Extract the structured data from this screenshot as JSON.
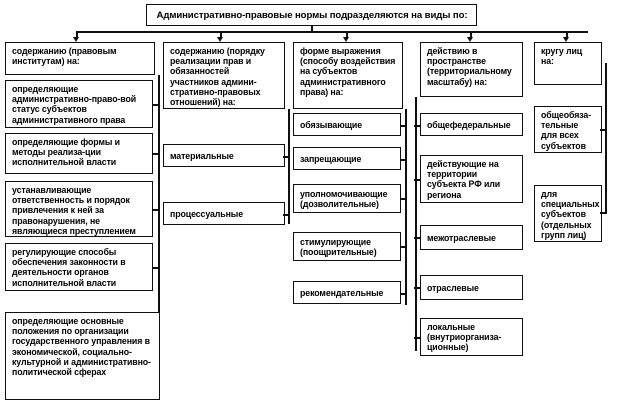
{
  "diagram": {
    "title": "Административно-правовые нормы подразделяются на виды по:",
    "columns": [
      {
        "id": "soderzhaniyu-pravovym-institutam",
        "header": "содержанию (правовым институтам) на:",
        "items": [
          {
            "text": "определяющие административно-право-вой статус субъектов административного права"
          },
          {
            "text": "определяющие формы и методы реализа-ции исполнительной власти"
          },
          {
            "text": "устанавливающие ответственность и порядок привлечения к ней за правонарушения, не являющиеся преступлением"
          },
          {
            "text": "регулирующие способы обеспечения законности в деятельности органов исполнительной власти"
          },
          {
            "text": "определяющие основные положения по организации государственного управления в экономической, социально-культурной и административно-политической сферах"
          }
        ]
      },
      {
        "id": "soderzhaniyu-poryadku-realizatsii",
        "header": "содержанию (порядку реализации прав и обязанностей участников админи-стративно-правовых отношений) на:",
        "items": [
          {
            "text": "материальные"
          },
          {
            "text": "процессуальные"
          }
        ]
      },
      {
        "id": "forme-vyrazheniya",
        "header": "форме выражения (способу воздействия на субъектов административного права) на:",
        "items": [
          {
            "text": "обязывающие"
          },
          {
            "text": "запрещающие"
          },
          {
            "text": "уполномочивающие (дозволительные)"
          },
          {
            "text": "стимулирующие (поощрительные)"
          },
          {
            "text": "рекомендательные"
          }
        ]
      },
      {
        "id": "deystviyu-v-prostranstve",
        "header": "действию в пространстве (территориальному масштабу) на:",
        "items": [
          {
            "text": "общефедеральные"
          },
          {
            "text": "действующие на территории субъекта РФ или региона"
          },
          {
            "text": "межотраслевые"
          },
          {
            "text": "отраслевые"
          },
          {
            "text": "локальные (внутриорганиза-ционные)"
          }
        ]
      },
      {
        "id": "krugu-lits",
        "header": "кругу лиц на:",
        "items": [
          {
            "text": "общеобяза-тельные для всех субъектов"
          },
          {
            "text": "для специальных субъектов (отдельных групп лиц)"
          }
        ]
      }
    ]
  },
  "style": {
    "line_color": "#101010",
    "box_fill": "#ffffff",
    "text_color": "#000000"
  }
}
